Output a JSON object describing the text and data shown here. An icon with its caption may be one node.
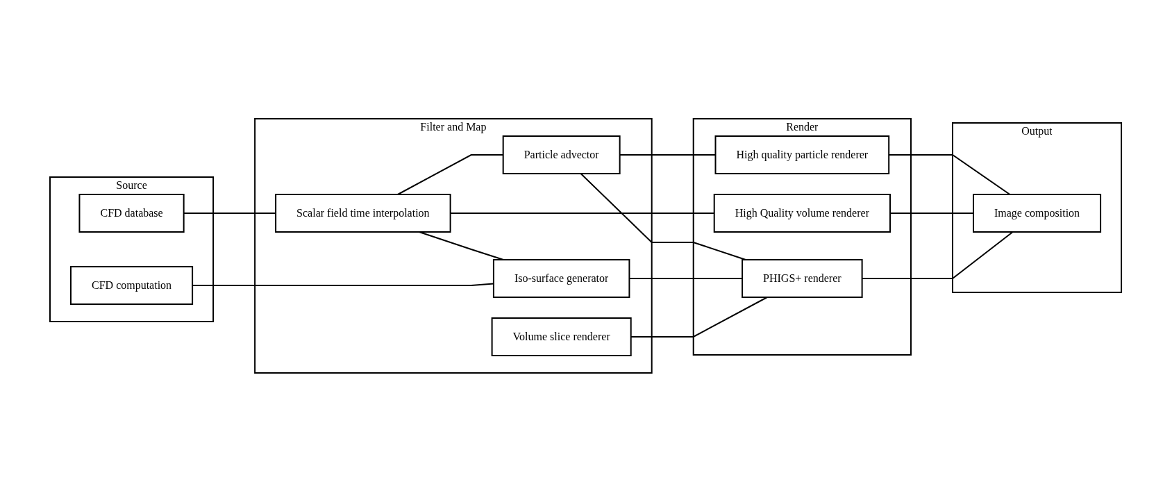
{
  "diagram": {
    "nodes": [
      {
        "text": [
          "Source"
        ]
      },
      {
        "text": [
          "CFD database"
        ],
        "in": 0
      },
      {
        "text": [
          "CFD computation"
        ],
        "in": 0
      },
      {
        "text": [
          "Filter and Map"
        ]
      },
      {
        "text": [
          "Particle advector"
        ],
        "in": 3
      },
      {
        "text": [
          "Scalar field time interpolation"
        ],
        "in": 3
      },
      {
        "text": [
          "Iso-surface generator"
        ],
        "in": 3
      },
      {
        "text": [
          "Volume slice renderer"
        ],
        "in": 3
      },
      {
        "text": [
          "Render"
        ]
      },
      {
        "text": [
          "High quality particle renderer"
        ],
        "in": 8
      },
      {
        "text": [
          "High Quality volume renderer"
        ],
        "in": 8
      },
      {
        "text": [
          "PHIGS+ renderer"
        ],
        "in": 8
      },
      {
        "text": [
          "Output"
        ]
      },
      {
        "text": [
          "Image composition"
        ],
        "in": 12
      }
    ],
    "edges": [
      {
        "from": 1,
        "to": 5,
        "arrow": "none"
      },
      {
        "from": 5,
        "to": 4,
        "arrow": "none"
      },
      {
        "from": 5,
        "to": 10,
        "arrow": "none"
      },
      {
        "from": 5,
        "to": 6,
        "arrow": "none"
      },
      {
        "from": 2,
        "to": 6,
        "arrow": "none"
      },
      {
        "from": 4,
        "to": 9,
        "arrow": "none"
      },
      {
        "from": 4,
        "to": 11,
        "arrow": "none"
      },
      {
        "from": 6,
        "to": 11,
        "arrow": "none"
      },
      {
        "from": 7,
        "to": 11,
        "arrow": "none"
      },
      {
        "from": 9,
        "to": 13,
        "arrow": "none"
      },
      {
        "from": 10,
        "to": 13,
        "arrow": "none"
      },
      {
        "from": 11,
        "to": 13,
        "arrow": "none"
      }
    ]
  }
}
